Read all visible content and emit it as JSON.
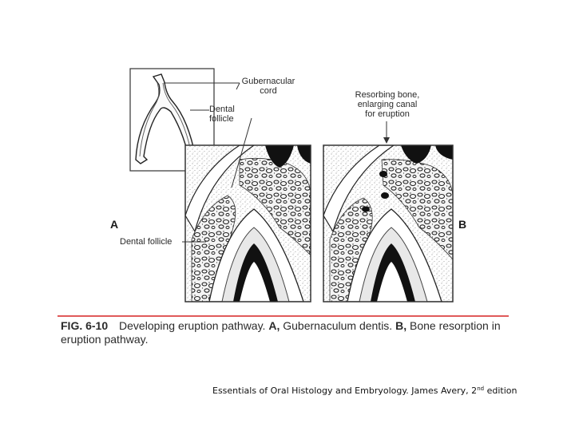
{
  "labels": {
    "gubernacular_cord": [
      "Gubernacular",
      "cord"
    ],
    "dental_follicle_inset": [
      "Dental",
      "follicle"
    ],
    "resorbing_bone": [
      "Resorbing bone,",
      "enlarging canal",
      "for eruption"
    ],
    "dental_follicle_a": "Dental follicle"
  },
  "panels": {
    "a": "A",
    "b": "B"
  },
  "caption": {
    "fig": "FIG. 6-10",
    "text_1": "Developing eruption pathway.",
    "a": "A,",
    "text_2": "Gubernaculum dentis.",
    "b": "B,",
    "text_3": "Bone resorption in eruption pathway."
  },
  "citation": {
    "before": "Essentials of Oral Histology and Embryology. James Avery, 2",
    "sup": "nd",
    "after": " edition"
  }
}
